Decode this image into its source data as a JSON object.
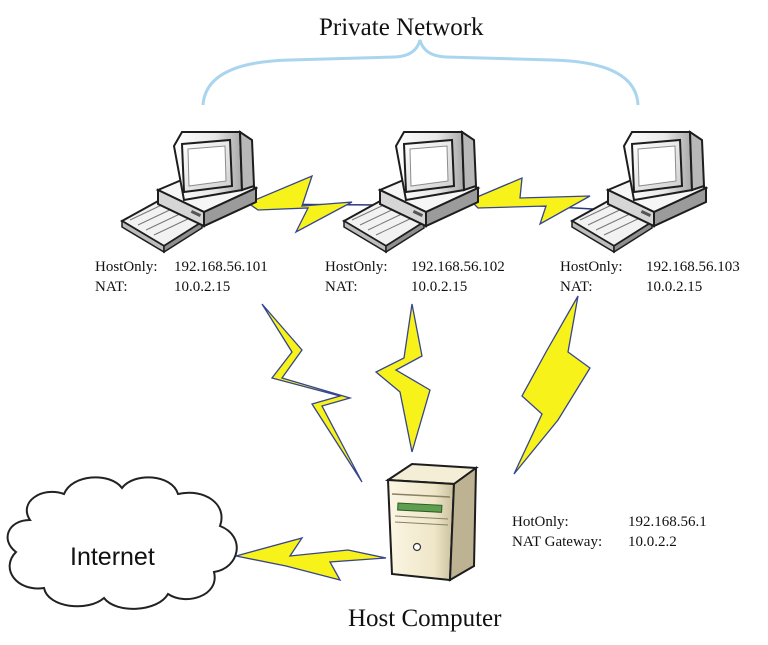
{
  "diagram": {
    "title": "Private Network",
    "internet_label": "Internet",
    "host_label": "Host Computer",
    "guests": [
      {
        "hostonly_key": "HostOnly:",
        "hostonly_value": "192.168.56.101",
        "nat_key": "NAT:",
        "nat_value": "10.0.2.15"
      },
      {
        "hostonly_key": "HostOnly:",
        "hostonly_value": "192.168.56.102",
        "nat_key": "NAT:",
        "nat_value": "10.0.2.15"
      },
      {
        "hostonly_key": "HostOnly:",
        "hostonly_value": "192.168.56.103",
        "nat_key": "NAT:",
        "nat_value": "10.0.2.15"
      }
    ],
    "host": {
      "hostonly_key": "HotOnly:",
      "hostonly_value": "192.168.56.1",
      "nat_key": "NAT Gateway:",
      "nat_value": "10.0.2.2"
    },
    "colors": {
      "bolt_fill": "#f7f31a",
      "bolt_stroke": "#36458e",
      "brace": "#a9d6ee",
      "cloud_stroke": "#222222"
    }
  }
}
